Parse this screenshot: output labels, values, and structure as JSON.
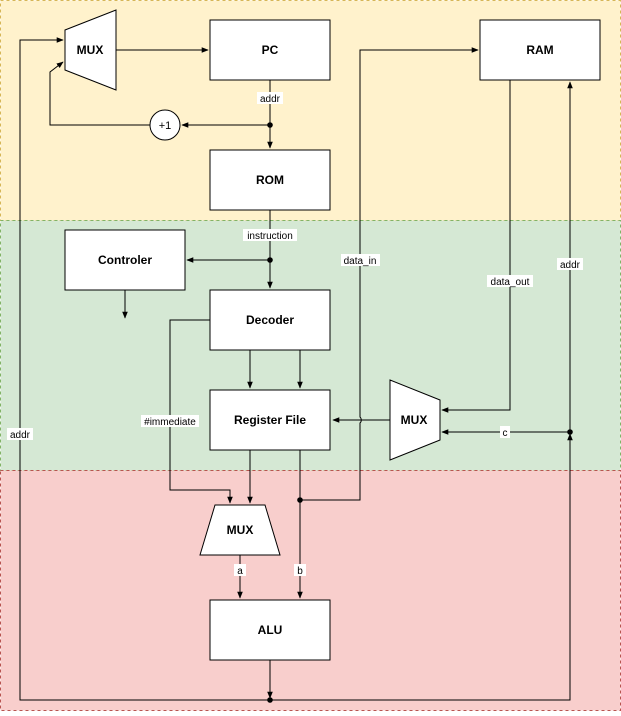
{
  "colors": {
    "fetch_band": "#fff2cc",
    "fetch_border": "#d6b656",
    "decode_band": "#d5e8d4",
    "decode_border": "#82b366",
    "execute_band": "#f8cecc",
    "execute_border": "#b85450",
    "stroke": "#000000",
    "box_fill": "#ffffff"
  },
  "nodes": {
    "mux_pc": "MUX",
    "pc": "PC",
    "ram": "RAM",
    "incrementer": "+1",
    "rom": "ROM",
    "controller": "Controler",
    "decoder": "Decoder",
    "register_file": "Register File",
    "mux_wb": "MUX",
    "mux_alu": "MUX",
    "alu": "ALU"
  },
  "edge_labels": {
    "pc_addr": "addr",
    "instruction": "instruction",
    "data_in": "data_in",
    "data_out": "data_out",
    "ram_addr": "addr",
    "immediate": "#immediate",
    "c": "c",
    "a": "a",
    "b": "b",
    "jump_addr": "addr"
  }
}
